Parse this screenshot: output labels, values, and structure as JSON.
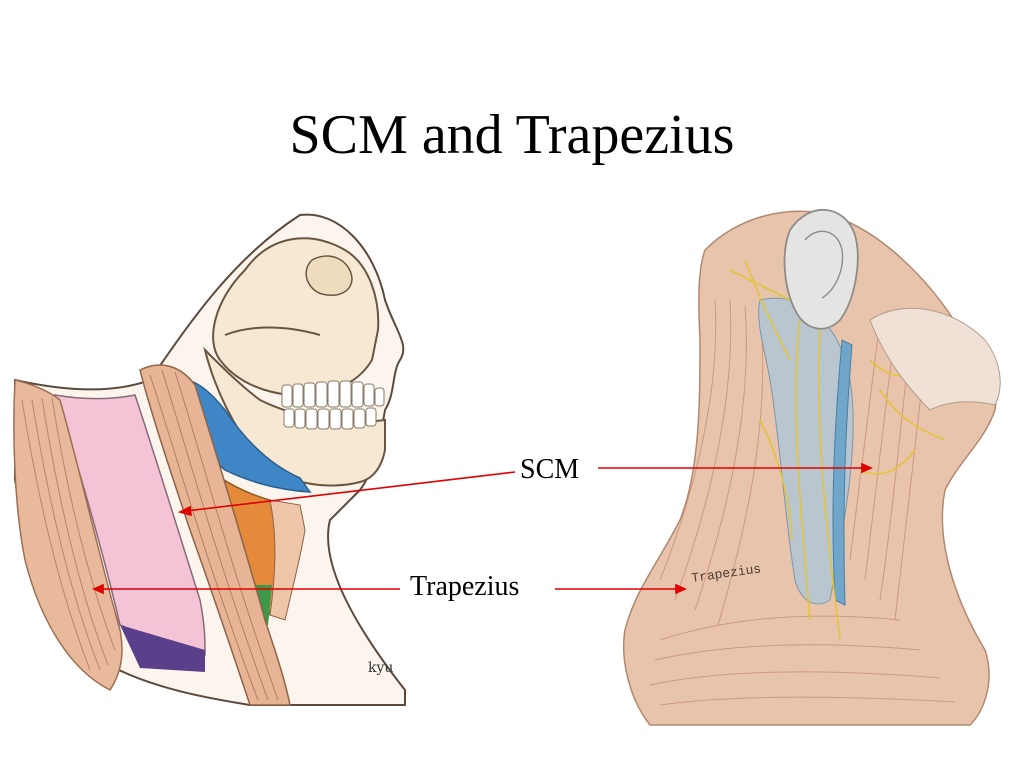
{
  "slide": {
    "title": "SCM and Trapezius",
    "labels": {
      "scm": "SCM",
      "trapezius": "Trapezius"
    },
    "illustration_inscriptions": {
      "artist_signature": "kyu",
      "trapezius_inscription": "Trapezius"
    },
    "colors": {
      "pointer": "#e00000",
      "bone": "#f6e8d2",
      "muscle": "#e8b99b",
      "posterior_triangle": "#f4c3d6"
    }
  }
}
